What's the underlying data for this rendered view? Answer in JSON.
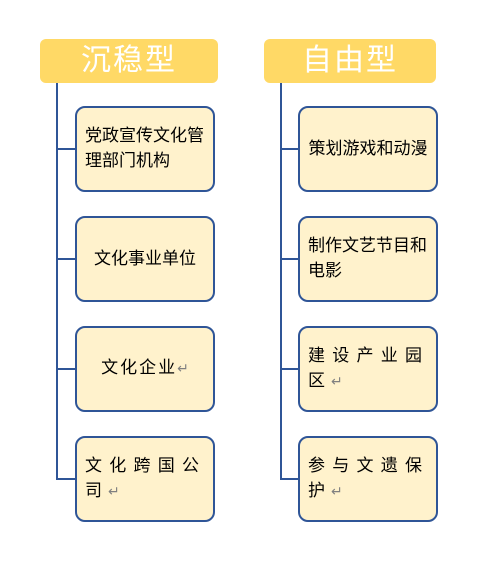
{
  "columns": [
    {
      "title": "沉稳型",
      "items": [
        {
          "text": "党政宣传文化管理部门机构",
          "mark": ""
        },
        {
          "text": "文化事业单位",
          "mark": ""
        },
        {
          "text": "文化企业",
          "mark": "↵"
        },
        {
          "text": "文化跨国公司",
          "mark": "↵"
        }
      ]
    },
    {
      "title": "自由型",
      "items": [
        {
          "text": "策划游戏和动漫",
          "mark": ""
        },
        {
          "text": "制作文艺节目和电影",
          "mark": ""
        },
        {
          "text": "建设产业园区",
          "mark": "↵"
        },
        {
          "text": "参与文遗保护",
          "mark": "↵"
        }
      ]
    }
  ],
  "colors": {
    "header": "#ffd966",
    "box": "#fff2cc",
    "line": "#2f5597"
  }
}
